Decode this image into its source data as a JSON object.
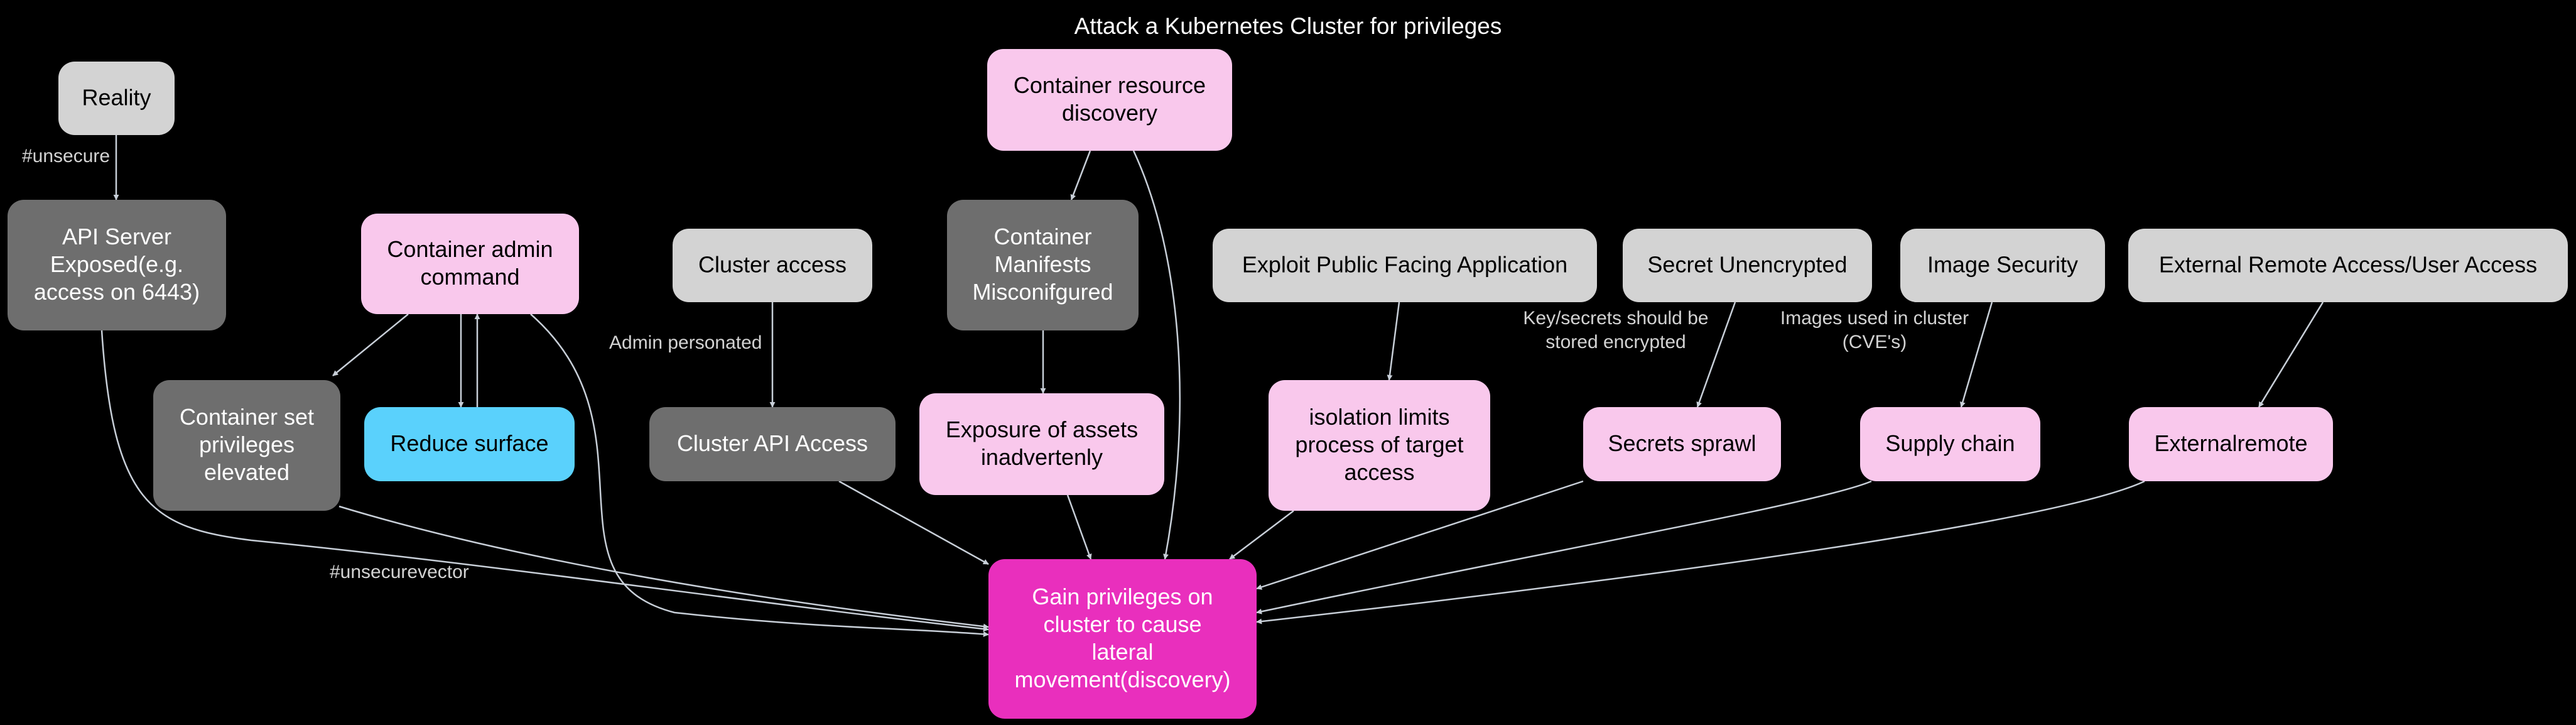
{
  "title": "Attack a Kubernetes Cluster for privileges",
  "colors": {
    "background": "#000000",
    "edge": "#c8cfd8",
    "light_gray": "#d3d3d3",
    "dark_gray": "#6e6e6e",
    "pink": "#f9c8ec",
    "cyan": "#5ad1fc",
    "magenta": "#e92fbd"
  },
  "nodes": [
    {
      "id": "reality",
      "style": "light_gray",
      "lines": [
        "Reality"
      ]
    },
    {
      "id": "api_server",
      "style": "dark_gray",
      "lines": [
        "API Server",
        "Exposed(e.g.",
        "access on 6443)"
      ]
    },
    {
      "id": "container_admin",
      "style": "pink",
      "lines": [
        "Container admin",
        "command"
      ]
    },
    {
      "id": "container_set_priv",
      "style": "dark_gray",
      "lines": [
        "Container set",
        "privileges",
        "elevated"
      ]
    },
    {
      "id": "reduce_surface",
      "style": "cyan",
      "lines": [
        "Reduce surface"
      ]
    },
    {
      "id": "cluster_access",
      "style": "light_gray",
      "lines": [
        "Cluster access"
      ]
    },
    {
      "id": "cluster_api",
      "style": "dark_gray",
      "lines": [
        "Cluster API Access"
      ]
    },
    {
      "id": "container_resource",
      "style": "pink",
      "lines": [
        "Container resource",
        "discovery"
      ]
    },
    {
      "id": "container_manifests",
      "style": "dark_gray",
      "lines": [
        "Container",
        "Manifests",
        "Misconifgured"
      ]
    },
    {
      "id": "exposure_assets",
      "style": "pink",
      "lines": [
        "Exposure of assets",
        "inadvertenly"
      ]
    },
    {
      "id": "exploit_public",
      "style": "light_gray",
      "lines": [
        "Exploit Public Facing Application"
      ]
    },
    {
      "id": "isolation_limits",
      "style": "pink",
      "lines": [
        "isolation limits",
        "process of target",
        "access"
      ]
    },
    {
      "id": "secret_unencrypted",
      "style": "light_gray",
      "lines": [
        "Secret Unencrypted"
      ]
    },
    {
      "id": "secrets_sprawl",
      "style": "pink",
      "lines": [
        "Secrets sprawl"
      ]
    },
    {
      "id": "image_security",
      "style": "light_gray",
      "lines": [
        "Image Security"
      ]
    },
    {
      "id": "supply_chain",
      "style": "pink",
      "lines": [
        "Supply chain"
      ]
    },
    {
      "id": "external_remote_access",
      "style": "light_gray",
      "lines": [
        "External Remote Access/User Access"
      ]
    },
    {
      "id": "externalremote",
      "style": "pink",
      "lines": [
        "Externalremote"
      ]
    },
    {
      "id": "gain_privileges",
      "style": "magenta",
      "lines": [
        "Gain privileges on",
        "cluster to cause",
        "lateral",
        "movement(discovery)"
      ]
    }
  ],
  "edges": [
    {
      "from": "reality",
      "to": "api_server",
      "label": "#unsecure"
    },
    {
      "from": "api_server",
      "to": "gain_privileges",
      "label": "#unsecurevector"
    },
    {
      "from": "container_admin",
      "to": "container_set_priv",
      "label": ""
    },
    {
      "from": "container_admin",
      "to": "reduce_surface",
      "label": ""
    },
    {
      "from": "reduce_surface",
      "to": "container_admin",
      "label": ""
    },
    {
      "from": "container_admin",
      "to": "gain_privileges",
      "label": ""
    },
    {
      "from": "container_set_priv",
      "to": "gain_privileges",
      "label": ""
    },
    {
      "from": "cluster_access",
      "to": "cluster_api",
      "label": "Admin personated"
    },
    {
      "from": "cluster_api",
      "to": "gain_privileges",
      "label": ""
    },
    {
      "from": "container_resource",
      "to": "container_manifests",
      "label": ""
    },
    {
      "from": "container_resource",
      "to": "gain_privileges",
      "label": ""
    },
    {
      "from": "container_manifests",
      "to": "exposure_assets",
      "label": ""
    },
    {
      "from": "exposure_assets",
      "to": "gain_privileges",
      "label": ""
    },
    {
      "from": "exploit_public",
      "to": "isolation_limits",
      "label": ""
    },
    {
      "from": "isolation_limits",
      "to": "gain_privileges",
      "label": ""
    },
    {
      "from": "secret_unencrypted",
      "to": "secrets_sprawl",
      "label": "Key/secrets should be stored encrypted"
    },
    {
      "from": "secrets_sprawl",
      "to": "gain_privileges",
      "label": ""
    },
    {
      "from": "image_security",
      "to": "supply_chain",
      "label": "Images used in cluster (CVE's)"
    },
    {
      "from": "supply_chain",
      "to": "gain_privileges",
      "label": ""
    },
    {
      "from": "external_remote_access",
      "to": "externalremote",
      "label": ""
    },
    {
      "from": "externalremote",
      "to": "gain_privileges",
      "label": ""
    }
  ]
}
